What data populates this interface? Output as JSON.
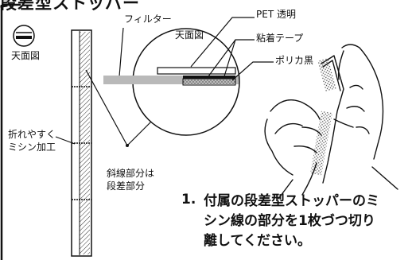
{
  "title": "段差型ストッパー",
  "labels": {
    "top_view_icon": "天面図",
    "filter": "フィルター",
    "top_view": "天面図",
    "pet": "PET 透明",
    "adhesive_tape": "粘着テープ",
    "polycarbonate": "ポリカ黒",
    "perforation_line1": "折れやすく",
    "perforation_line2": "ミシン加工",
    "hatched_line1": "斜線部分は",
    "hatched_line2": "段差部分"
  },
  "instruction": {
    "number": "1.",
    "lines": [
      "付属の段差型ストッパーのミ",
      "シン線の部分を1枚づつ切り",
      "離してください。"
    ]
  },
  "icons": [
    "top-view-icon",
    "hand-tearing-illustration"
  ]
}
